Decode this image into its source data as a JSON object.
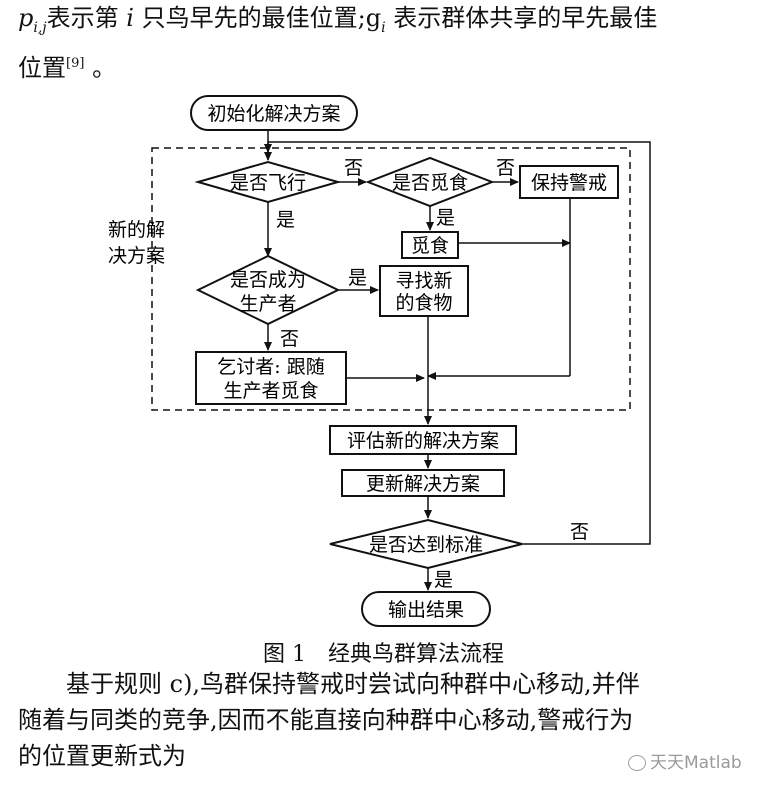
{
  "top_paragraph": {
    "line1_start": "p",
    "line1_sub": "i,j",
    "line1_mid": "表示第",
    "line1_i": "i",
    "line1_rest": "只鸟早先的最佳位置;g",
    "line1_sub2": "i",
    "line1_end": "表示群体共享的早先最佳",
    "line2": "位置",
    "line2_ref": "[9]",
    "line2_end": "。"
  },
  "flowchart": {
    "start": "初始化解决方案",
    "new_solution_label_1": "新的解",
    "new_solution_label_2": "决方案",
    "q_fly": "是否飞行",
    "q_forage": "是否觅食",
    "keep_alert": "保持警戒",
    "forage": "觅食",
    "q_producer_1": "是否成为",
    "q_producer_2": "生产者",
    "find_food_1": "寻找新",
    "find_food_2": "的食物",
    "beggar_1": "乞讨者: 跟随",
    "beggar_2": "生产者觅食",
    "evaluate": "评估新的解决方案",
    "update": "更新解决方案",
    "q_standard": "是否达到标准",
    "output": "输出结果",
    "yes": "是",
    "no": "否"
  },
  "caption": "图 1　经典鸟群算法流程",
  "bottom_paragraph": {
    "line1": "基于规则 c),鸟群保持警戒时尝试向种群中心移动,并伴",
    "line2": "随着与同类的竞争,因而不能直接向种群中心移动,警戒行为",
    "line3": "的位置更新式为"
  },
  "watermark": "天天Matlab"
}
